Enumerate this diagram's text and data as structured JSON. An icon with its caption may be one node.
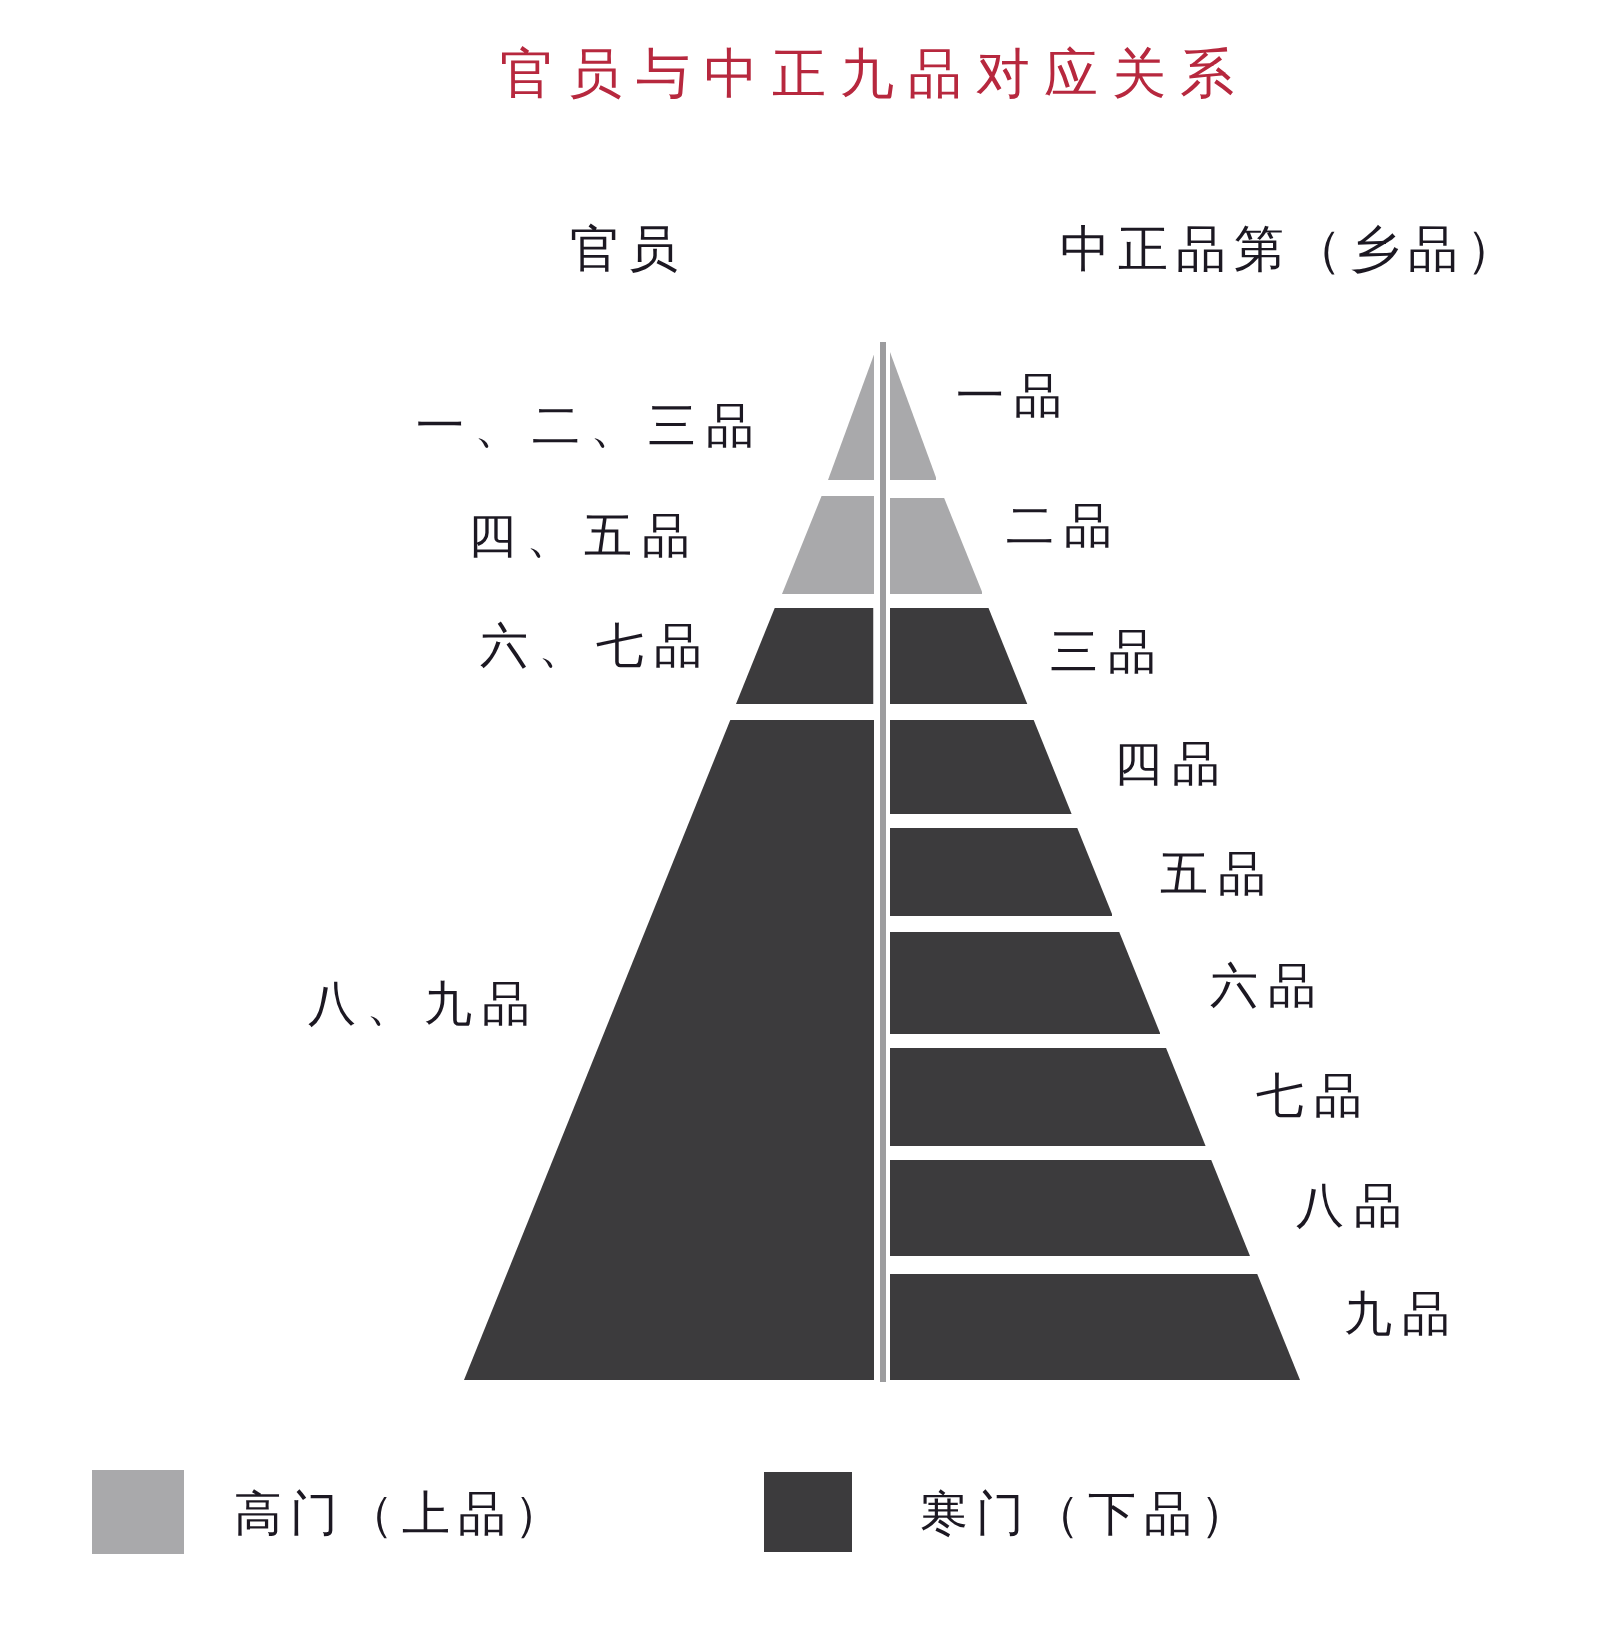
{
  "diagram": {
    "title": "官员与中正九品对应关系",
    "nodes": [
      {
        "text": [],
        "shape": "triangle",
        "beside": [
          "一、二、三品"
        ]
      },
      {
        "text": [],
        "shape": "trapezoid",
        "beside": [
          "四、五品"
        ]
      },
      {
        "text": [],
        "shape": "trapezoid",
        "beside": [
          "六、七品"
        ]
      },
      {
        "text": [],
        "shape": "trapezoid",
        "beside": [
          "八、九品"
        ]
      },
      {
        "text": [],
        "shape": "triangle",
        "beside": [
          "一品"
        ]
      },
      {
        "text": [],
        "shape": "trapezoid",
        "beside": [
          "二品"
        ]
      },
      {
        "text": [],
        "shape": "trapezoid",
        "beside": [
          "三品"
        ]
      },
      {
        "text": [],
        "shape": "trapezoid",
        "beside": [
          "四品"
        ]
      },
      {
        "text": [],
        "shape": "trapezoid",
        "beside": [
          "五品"
        ]
      },
      {
        "text": [],
        "shape": "trapezoid",
        "beside": [
          "六品"
        ]
      },
      {
        "text": [],
        "shape": "trapezoid",
        "beside": [
          "七品"
        ]
      },
      {
        "text": [],
        "shape": "trapezoid",
        "beside": [
          "八品"
        ]
      },
      {
        "text": [],
        "shape": "trapezoid",
        "beside": [
          "九品"
        ]
      }
    ],
    "labels": [
      "官员",
      "中正品第（乡品）"
    ],
    "legend": [
      {
        "text": "高门（上品）",
        "color": "#a9a9ab"
      },
      {
        "text": "寒门（下品）",
        "color": "#3c3b3d"
      }
    ]
  }
}
